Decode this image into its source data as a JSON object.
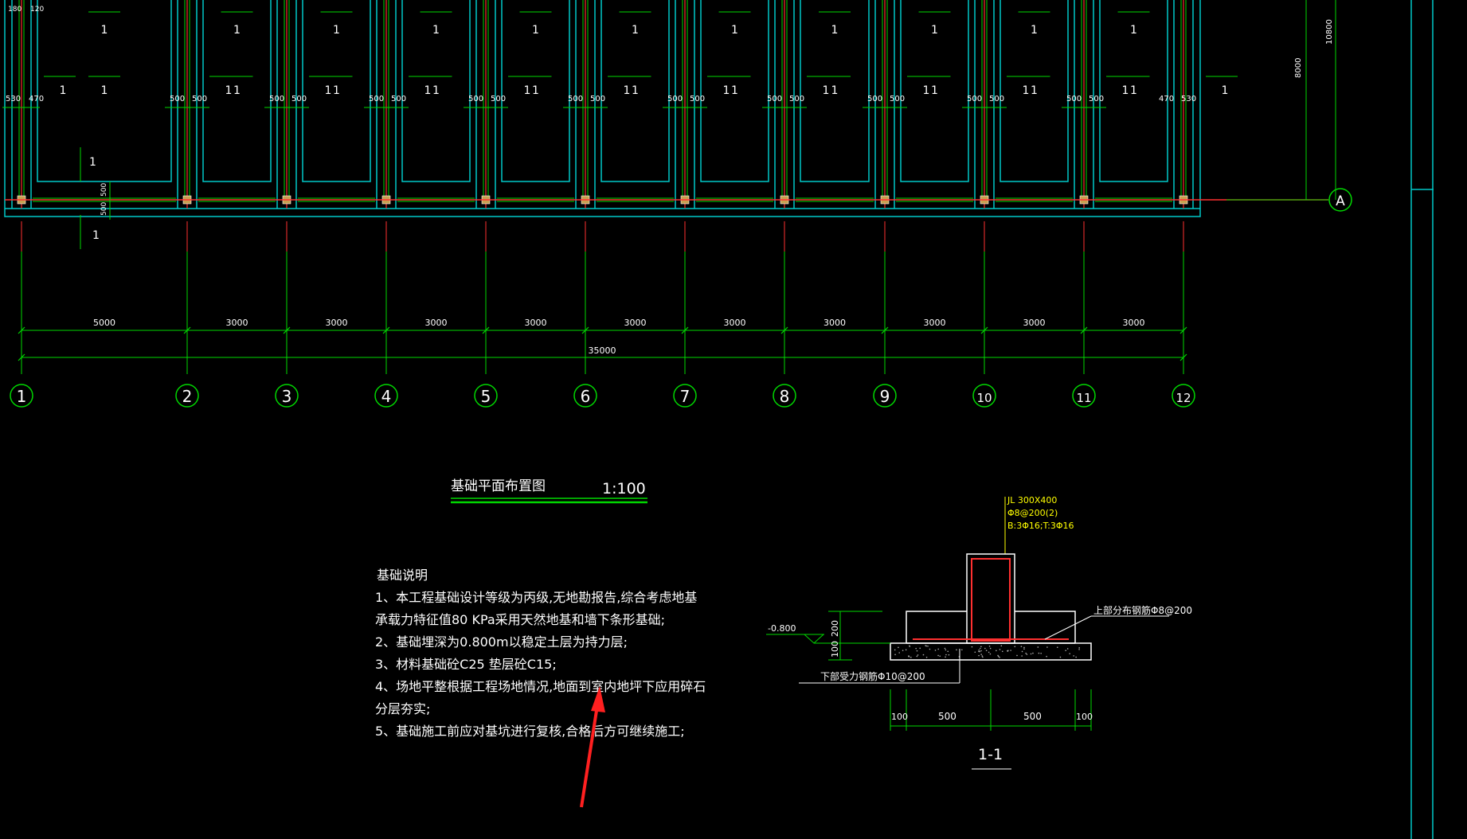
{
  "colors": {
    "background": "#000000",
    "cyan": "#00c8c8",
    "green": "#00d800",
    "red": "#ff3030",
    "white": "#ffffff",
    "yellow": "#ffff00",
    "column": "#c8a050",
    "arrow": "#ff2020"
  },
  "plan": {
    "axis_labels": [
      "1",
      "2",
      "3",
      "4",
      "5",
      "6",
      "7",
      "8",
      "9",
      "10",
      "11",
      "12"
    ],
    "bay_dims": [
      "5000",
      "3000",
      "3000",
      "3000",
      "3000",
      "3000",
      "3000",
      "3000",
      "3000",
      "3000",
      "3000"
    ],
    "total_dim": "35000",
    "row_label": "A",
    "section_mark": "1",
    "strip_half": "500",
    "left_dim_530": "530",
    "left_dim_470": "470",
    "top_dim_180": "180",
    "top_dim_120": "120",
    "right_dim_10800": "10800",
    "right_dim_8000": "8000",
    "col_half_dims": [
      "500",
      "500"
    ]
  },
  "title": {
    "main": "基础平面布置图",
    "scale": "1:100"
  },
  "notes": {
    "heading": "基础说明",
    "lines": [
      "1、本工程基础设计等级为丙级,无地勘报告,综合考虑地基",
      "承载力特征值80 KPa采用天然地基和墙下条形基础;",
      "2、基础埋深为0.800m以稳定土层为持力层;",
      "3、材料基础砼C25 垫层砼C15;",
      "4、场地平整根据工程场地情况,地面到室内地坪下应用碎石",
      "分层夯实;",
      "5、基础施工前应对基坑进行复核,合格后方可继续施工;"
    ]
  },
  "section": {
    "beam_label": "JL 300X400",
    "stirrup": "Φ8@200(2)",
    "bars": "B:3Φ16;T:3Φ16",
    "top_rebar": "上部分布钢筋Φ8@200",
    "bottom_rebar": "下部受力钢筋Φ10@200",
    "elevation": "-0.800",
    "dim_200": "200",
    "dim_100": "100",
    "bottom_dims": [
      "100",
      "500",
      "500",
      "100"
    ],
    "title": "1-1"
  }
}
